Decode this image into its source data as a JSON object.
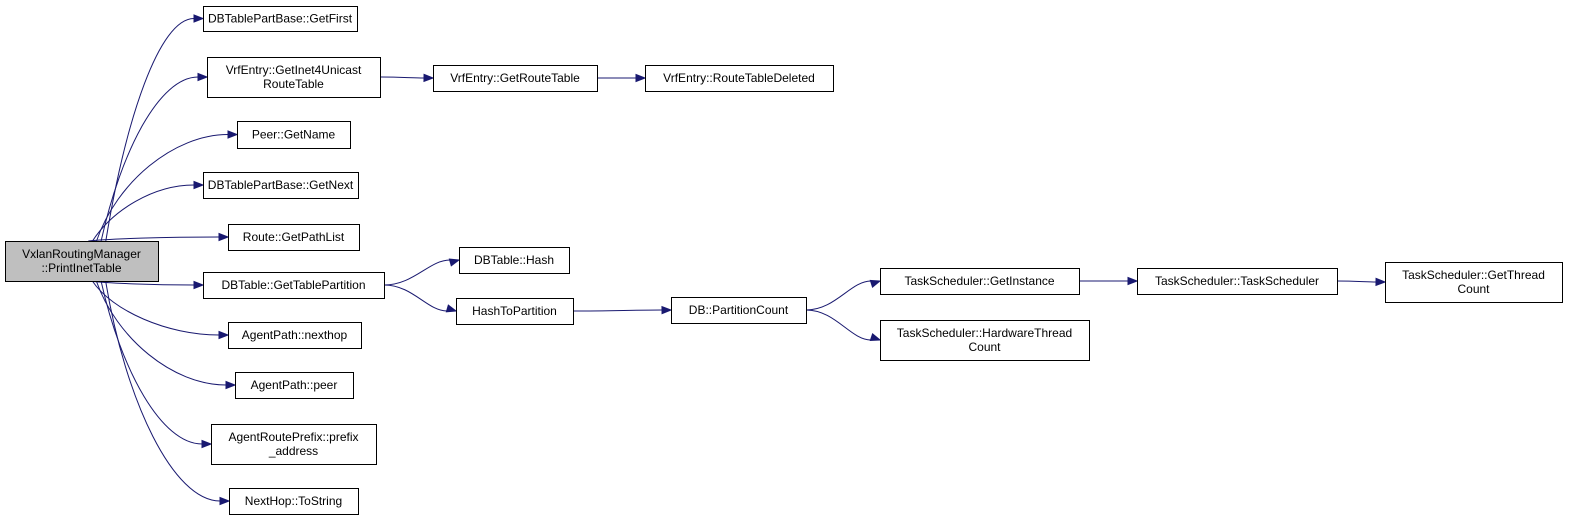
{
  "nodes": [
    {
      "id": "root",
      "lines": [
        "VxlanRoutingManager",
        "::PrintInetTable"
      ],
      "root": true
    },
    {
      "id": "n1",
      "lines": [
        "DBTablePartBase::GetFirst"
      ]
    },
    {
      "id": "n2",
      "lines": [
        "VrfEntry::GetInet4Unicast",
        "RouteTable"
      ]
    },
    {
      "id": "n3",
      "lines": [
        "Peer::GetName"
      ]
    },
    {
      "id": "n4",
      "lines": [
        "DBTablePartBase::GetNext"
      ]
    },
    {
      "id": "n5",
      "lines": [
        "Route::GetPathList"
      ]
    },
    {
      "id": "n6",
      "lines": [
        "DBTable::GetTablePartition"
      ]
    },
    {
      "id": "n7",
      "lines": [
        "AgentPath::nexthop"
      ]
    },
    {
      "id": "n8",
      "lines": [
        "AgentPath::peer"
      ]
    },
    {
      "id": "n9",
      "lines": [
        "AgentRoutePrefix::prefix",
        "_address"
      ]
    },
    {
      "id": "n10",
      "lines": [
        "NextHop::ToString"
      ]
    },
    {
      "id": "n11",
      "lines": [
        "VrfEntry::GetRouteTable"
      ]
    },
    {
      "id": "n12",
      "lines": [
        "VrfEntry::RouteTableDeleted"
      ]
    },
    {
      "id": "n13",
      "lines": [
        "DBTable::Hash"
      ]
    },
    {
      "id": "n14",
      "lines": [
        "HashToPartition"
      ]
    },
    {
      "id": "n15",
      "lines": [
        "DB::PartitionCount"
      ]
    },
    {
      "id": "n16",
      "lines": [
        "TaskScheduler::GetInstance"
      ]
    },
    {
      "id": "n17",
      "lines": [
        "TaskScheduler::HardwareThread",
        "Count"
      ]
    },
    {
      "id": "n18",
      "lines": [
        "TaskScheduler::TaskScheduler"
      ]
    },
    {
      "id": "n19",
      "lines": [
        "TaskScheduler::GetThread",
        "Count"
      ]
    }
  ],
  "edges": [
    [
      "root",
      "n1"
    ],
    [
      "root",
      "n2"
    ],
    [
      "root",
      "n3"
    ],
    [
      "root",
      "n4"
    ],
    [
      "root",
      "n5"
    ],
    [
      "root",
      "n6"
    ],
    [
      "root",
      "n7"
    ],
    [
      "root",
      "n8"
    ],
    [
      "root",
      "n9"
    ],
    [
      "root",
      "n10"
    ],
    [
      "n2",
      "n11"
    ],
    [
      "n11",
      "n12"
    ],
    [
      "n6",
      "n13"
    ],
    [
      "n6",
      "n14"
    ],
    [
      "n14",
      "n15"
    ],
    [
      "n15",
      "n16"
    ],
    [
      "n15",
      "n17"
    ],
    [
      "n16",
      "n18"
    ],
    [
      "n18",
      "n19"
    ]
  ]
}
